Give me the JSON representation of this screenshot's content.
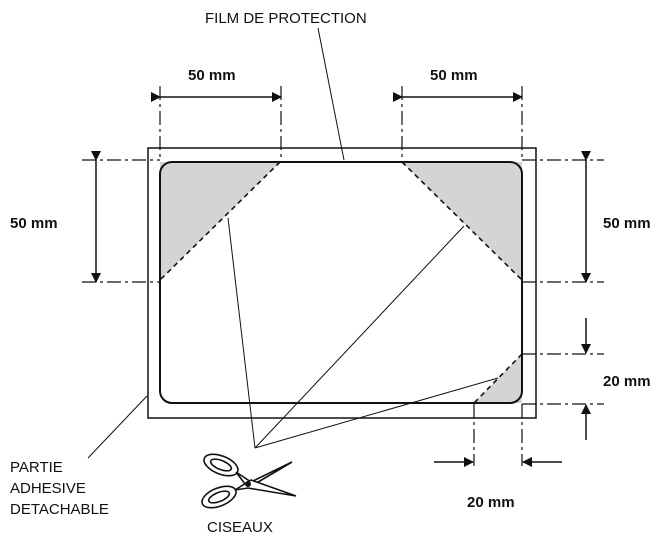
{
  "labels": {
    "film": "FILM DE PROTECTION",
    "partie": [
      "PARTIE",
      "ADHESIVE",
      "DETACHABLE"
    ],
    "ciseaux": "CISEAUX"
  },
  "dimensions": {
    "top_left": "50 mm",
    "top_right": "50 mm",
    "left": "50 mm",
    "right": "50 mm",
    "right_small": "20 mm",
    "bottom_small": "20 mm"
  },
  "colors": {
    "stroke": "#111111",
    "corner_fill": "#d4d4d4",
    "background": "#ffffff"
  },
  "icons": {
    "scissors": "scissors-icon"
  }
}
